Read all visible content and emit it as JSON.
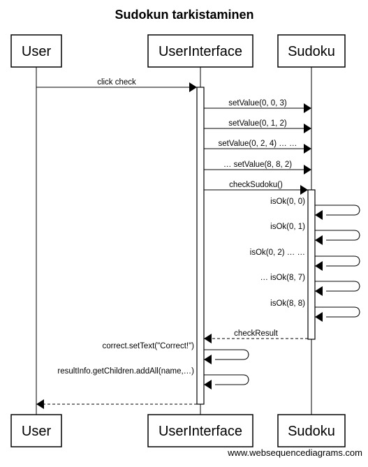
{
  "diagram": {
    "title": "Sudokun tarkistaminen",
    "footer": "www.websequencediagrams.com",
    "participants": [
      {
        "id": "user",
        "label": "User"
      },
      {
        "id": "ui",
        "label": "UserInterface"
      },
      {
        "id": "sudoku",
        "label": "Sudoku"
      }
    ],
    "messages": [
      {
        "from": "user",
        "to": "ui",
        "label": "click check",
        "dashed": false
      },
      {
        "from": "ui",
        "to": "sudoku",
        "label": "setValue(0, 0, 3)",
        "dashed": false
      },
      {
        "from": "ui",
        "to": "sudoku",
        "label": "setValue(0, 1, 2)",
        "dashed": false
      },
      {
        "from": "ui",
        "to": "sudoku",
        "label": "setValue(0, 2, 4) … …",
        "dashed": false
      },
      {
        "from": "ui",
        "to": "sudoku",
        "label": "… setValue(8, 8, 2)",
        "dashed": false
      },
      {
        "from": "ui",
        "to": "sudoku",
        "label": "checkSudoku()",
        "dashed": false
      },
      {
        "from": "sudoku",
        "to": "sudoku",
        "label": "isOk(0, 0)",
        "dashed": false
      },
      {
        "from": "sudoku",
        "to": "sudoku",
        "label": "isOk(0, 1)",
        "dashed": false
      },
      {
        "from": "sudoku",
        "to": "sudoku",
        "label": "isOk(0, 2) … …",
        "dashed": false
      },
      {
        "from": "sudoku",
        "to": "sudoku",
        "label": "… isOk(8, 7)",
        "dashed": false
      },
      {
        "from": "sudoku",
        "to": "sudoku",
        "label": "isOk(8, 8)",
        "dashed": false
      },
      {
        "from": "sudoku",
        "to": "ui",
        "label": "checkResult",
        "dashed": true
      },
      {
        "from": "ui",
        "to": "ui",
        "label": "correct.setText(\"Correct!\")",
        "dashed": false
      },
      {
        "from": "ui",
        "to": "ui",
        "label": "resultInfo.getChildren.addAll(name,…)",
        "dashed": false
      },
      {
        "from": "ui",
        "to": "user",
        "label": "",
        "dashed": true
      }
    ]
  }
}
